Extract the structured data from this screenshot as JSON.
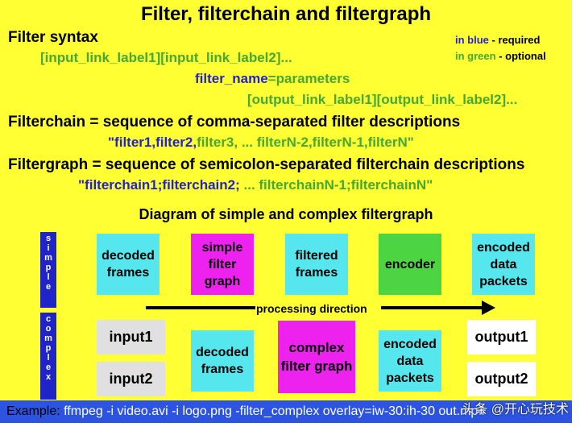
{
  "title": "Filter, filterchain and filtergraph",
  "syntax": {
    "heading": "Filter syntax",
    "input_labels": "[input_link_label1][input_link_label2]...",
    "filter_name": "filter_name",
    "equals_params": "=parameters",
    "output_labels": "[output_link_label1][output_link_label2]..."
  },
  "legend": {
    "blue_text": "in blue",
    "blue_desc": " - required",
    "green_text": "in green",
    "green_desc": " - optional",
    "colors": {
      "required": "#2323cc",
      "optional": "#44a832"
    }
  },
  "filterchain": {
    "definition": "Filterchain = sequence of comma-separated filter descriptions",
    "ex_req": "\"filter1,filter2,",
    "ex_opt": "filter3, ... filterN-2,filterN-1,filterN\""
  },
  "filtergraph": {
    "definition": "Filtergraph = sequence of semicolon-separated filterchain descriptions",
    "ex_req": "\"filterchain1;filterchain2;",
    "ex_opt": " ... filterchainN-1;filterchainN\""
  },
  "diagram": {
    "title": "Diagram of simple and complex filtergraph",
    "simple_label": [
      "s",
      "i",
      "m",
      "p",
      "l",
      "e"
    ],
    "complex_label": [
      "c",
      "o",
      "m",
      "p",
      "l",
      "e",
      "x"
    ],
    "simple_boxes": [
      "decoded frames",
      "simple filter graph",
      "filtered frames",
      "encoder",
      "encoded data packets"
    ],
    "arrow_label": "processing direction",
    "complex_boxes": {
      "input1": "input1",
      "input2": "input2",
      "decoded": "decoded frames",
      "filter": "complex filter graph",
      "encoded": "encoded data packets",
      "output1": "output1",
      "output2": "output2"
    }
  },
  "footer": {
    "label": "Example:",
    "command": " ffmpeg -i video.avi -i logo.png -filter_complex overlay=iw-30:ih-30 out.mp4"
  },
  "watermark": "头条 @开心玩技术"
}
